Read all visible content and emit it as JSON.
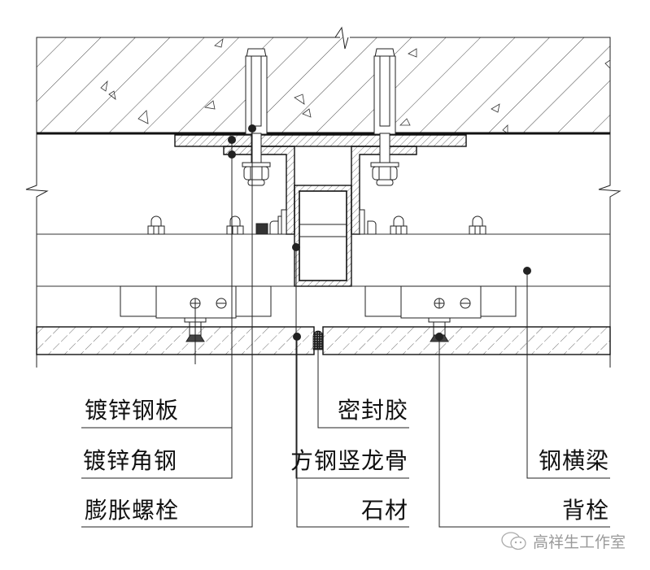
{
  "diagram": {
    "type": "construction-section-detail",
    "subject": "stone curtain wall section at vertical steel mullion",
    "line_color": "#1a1a1a",
    "hatch_color": "#333333",
    "background": "#ffffff"
  },
  "labels": {
    "left": [
      {
        "id": "galvanized-steel-plate",
        "text": "镀锌钢板"
      },
      {
        "id": "galvanized-angle-steel",
        "text": "镀锌角钢"
      },
      {
        "id": "expansion-bolt",
        "text": "膨胀螺栓"
      }
    ],
    "center": [
      {
        "id": "sealant",
        "text": "密封胶"
      },
      {
        "id": "square-steel-mullion",
        "text": "方钢竖龙骨"
      },
      {
        "id": "stone",
        "text": "石材"
      }
    ],
    "right": [
      {
        "id": "steel-transom",
        "text": "钢横梁"
      },
      {
        "id": "back-bolt",
        "text": "背栓"
      }
    ]
  },
  "watermark": {
    "icon": "wechat-icon",
    "text": "高祥生工作室"
  }
}
